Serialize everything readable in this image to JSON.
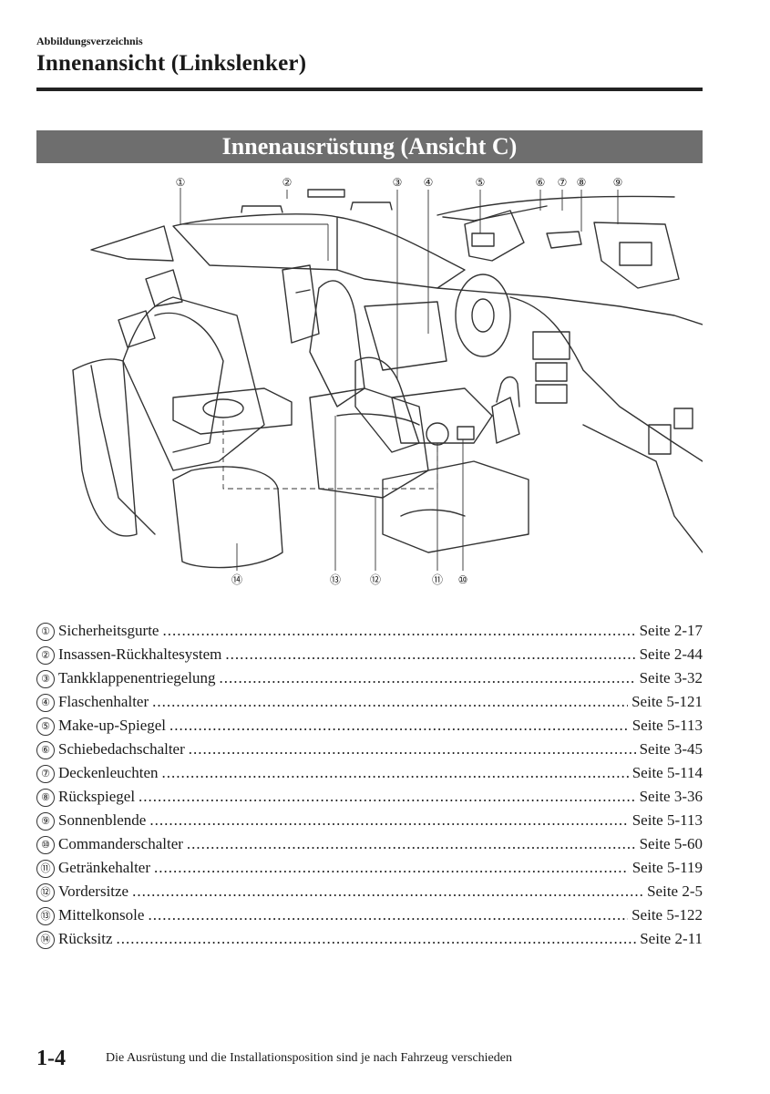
{
  "header": {
    "breadcrumb": "Abbildungsverzeichnis",
    "title": "Innenansicht (Linkslenker)"
  },
  "section": {
    "title": "Innenausrüstung (Ansicht C)"
  },
  "callouts": {
    "top": [
      "①",
      "②",
      "③",
      "④",
      "⑤",
      "⑥",
      "⑦",
      "⑧",
      "⑨"
    ],
    "bottom": [
      "⑭",
      "⑬",
      "⑫",
      "⑪",
      "⑩"
    ]
  },
  "legend": [
    {
      "num": "①",
      "label": "Sicherheitsgurte",
      "page": "Seite 2-17"
    },
    {
      "num": "②",
      "label": "Insassen-Rückhaltesystem",
      "page": "Seite 2-44"
    },
    {
      "num": "③",
      "label": "Tankklappenentriegelung",
      "page": "Seite 3-32"
    },
    {
      "num": "④",
      "label": "Flaschenhalter",
      "page": "Seite 5-121"
    },
    {
      "num": "⑤",
      "label": "Make-up-Spiegel",
      "page": "Seite 5-113"
    },
    {
      "num": "⑥",
      "label": "Schiebedachschalter",
      "page": "Seite 3-45"
    },
    {
      "num": "⑦",
      "label": "Deckenleuchten",
      "page": "Seite 5-114"
    },
    {
      "num": "⑧",
      "label": "Rückspiegel",
      "page": "Seite 3-36"
    },
    {
      "num": "⑨",
      "label": "Sonnenblende",
      "page": "Seite 5-113"
    },
    {
      "num": "⑩",
      "label": "Commanderschalter",
      "page": "Seite 5-60"
    },
    {
      "num": "⑪",
      "label": "Getränkehalter",
      "page": "Seite 5-119"
    },
    {
      "num": "⑫",
      "label": "Vordersitze",
      "page": "Seite 2-5"
    },
    {
      "num": "⑬",
      "label": "Mittelkonsole",
      "page": "Seite 5-122"
    },
    {
      "num": "⑭",
      "label": "Rücksitz",
      "page": "Seite 2-11"
    }
  ],
  "footer": {
    "page_number": "1-4",
    "note": "Die Ausrüstung und die Installationsposition sind je nach Fahrzeug verschieden"
  }
}
